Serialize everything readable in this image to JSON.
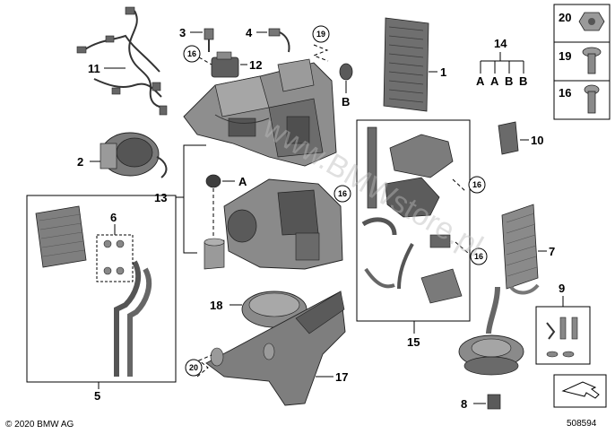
{
  "callouts": {
    "c1": "1",
    "c2": "2",
    "c3": "3",
    "c4": "4",
    "c5": "5",
    "c6": "6",
    "c7": "7",
    "c8": "8",
    "c9": "9",
    "c10": "10",
    "c11": "11",
    "c12": "12",
    "c13": "13",
    "c14": "14",
    "c15": "15",
    "c16": "16",
    "c17": "17",
    "c18": "18",
    "c19": "19",
    "c20": "20"
  },
  "letters": {
    "a": "A",
    "b": "B"
  },
  "circled": {
    "c16": "16",
    "c19": "19",
    "c20": "20"
  },
  "legend_panel": {
    "row1": "20",
    "row2": "19",
    "row3": "16"
  },
  "group14": [
    "A",
    "A",
    "B",
    "B"
  ],
  "copyright": "© 2020 BMW AG",
  "image_number": "508594",
  "watermark": "www.BMWstore.pl",
  "colors": {
    "part_fill": "#8e8e8e",
    "part_dark": "#4a4a4a",
    "part_light": "#c9c9c9",
    "line": "#000000"
  }
}
